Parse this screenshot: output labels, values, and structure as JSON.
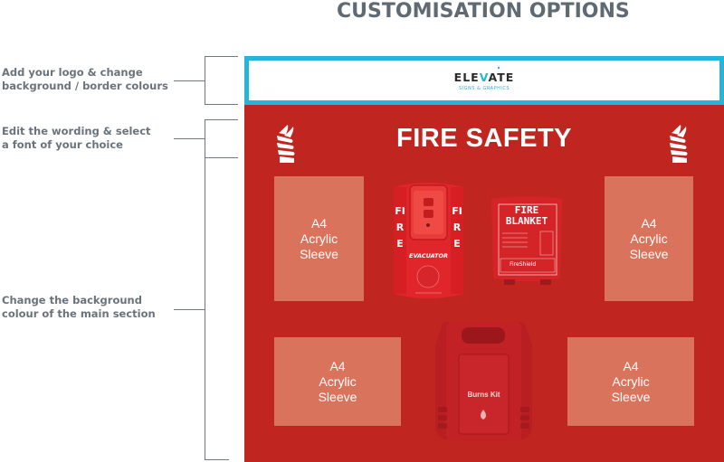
{
  "page_title": "CUSTOMISATION OPTIONS",
  "annotations": [
    {
      "lines": [
        "Add your logo & change",
        "background / border colours"
      ]
    },
    {
      "lines": [
        "Edit the wording & select",
        "a font of your choice"
      ]
    },
    {
      "lines": [
        "Change the background",
        "colour of the main section"
      ]
    }
  ],
  "header": {
    "logo_text_left": "ELE",
    "logo_text_mark": "V",
    "logo_text_right": "ATE",
    "logo_tagline": "SIGNS & GRAPHICS",
    "border_color": "#25b5d9",
    "background_color": "#ffffff"
  },
  "main": {
    "title": "FIRE SAFETY",
    "background_color": "#c1251f",
    "left_icon": "fire-symbol-icon",
    "right_icon": "fire-symbol-icon",
    "sleeves": [
      {
        "lines": [
          "A4",
          "Acrylic",
          "Sleeve"
        ]
      },
      {
        "lines": [
          "A4",
          "Acrylic",
          "Sleeve"
        ]
      },
      {
        "lines": [
          "A4",
          "Acrylic",
          "Sleeve"
        ]
      },
      {
        "lines": [
          "A4",
          "Acrylic",
          "Sleeve"
        ]
      }
    ],
    "sleeve_color": "#d9735c",
    "products": {
      "alarm": {
        "side_text": "FIRE",
        "brand": "EVACUATOR"
      },
      "blanket": {
        "line1": "FIRE",
        "line2": "BLANKET",
        "brand": "FireShield"
      },
      "kit": {
        "label": "Burns Kit"
      }
    }
  }
}
